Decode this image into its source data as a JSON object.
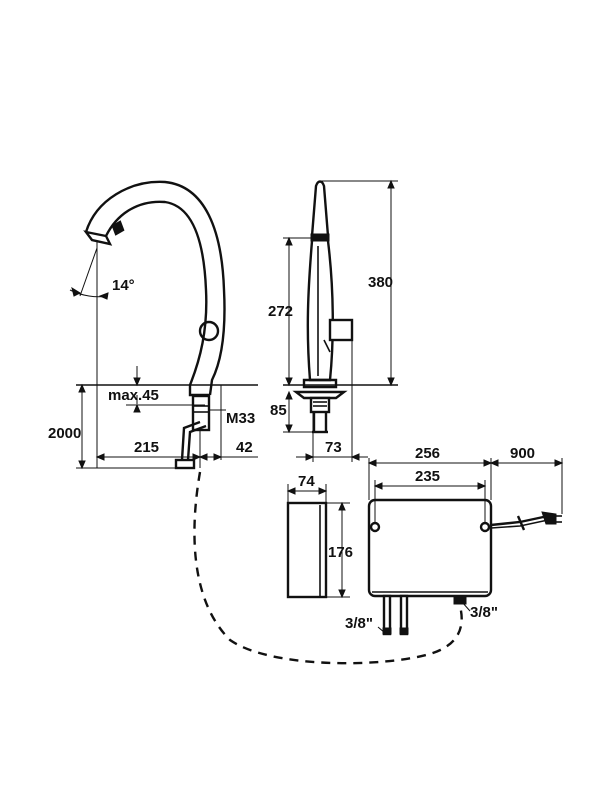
{
  "dimensions": {
    "spout_angle": "14°",
    "max_thickness": "max.45",
    "thread": "M33",
    "hose_length": "2000",
    "reach": "215",
    "offset": "42",
    "side_height_272": "272",
    "side_height_380": "380",
    "below_deck": "85",
    "base_depth": "73",
    "box_depth": "74",
    "box_height": "176",
    "box_width": "256",
    "box_mount_width": "235",
    "cable_length": "900",
    "connection_left": "3/8\"",
    "connection_right": "3/8\""
  }
}
